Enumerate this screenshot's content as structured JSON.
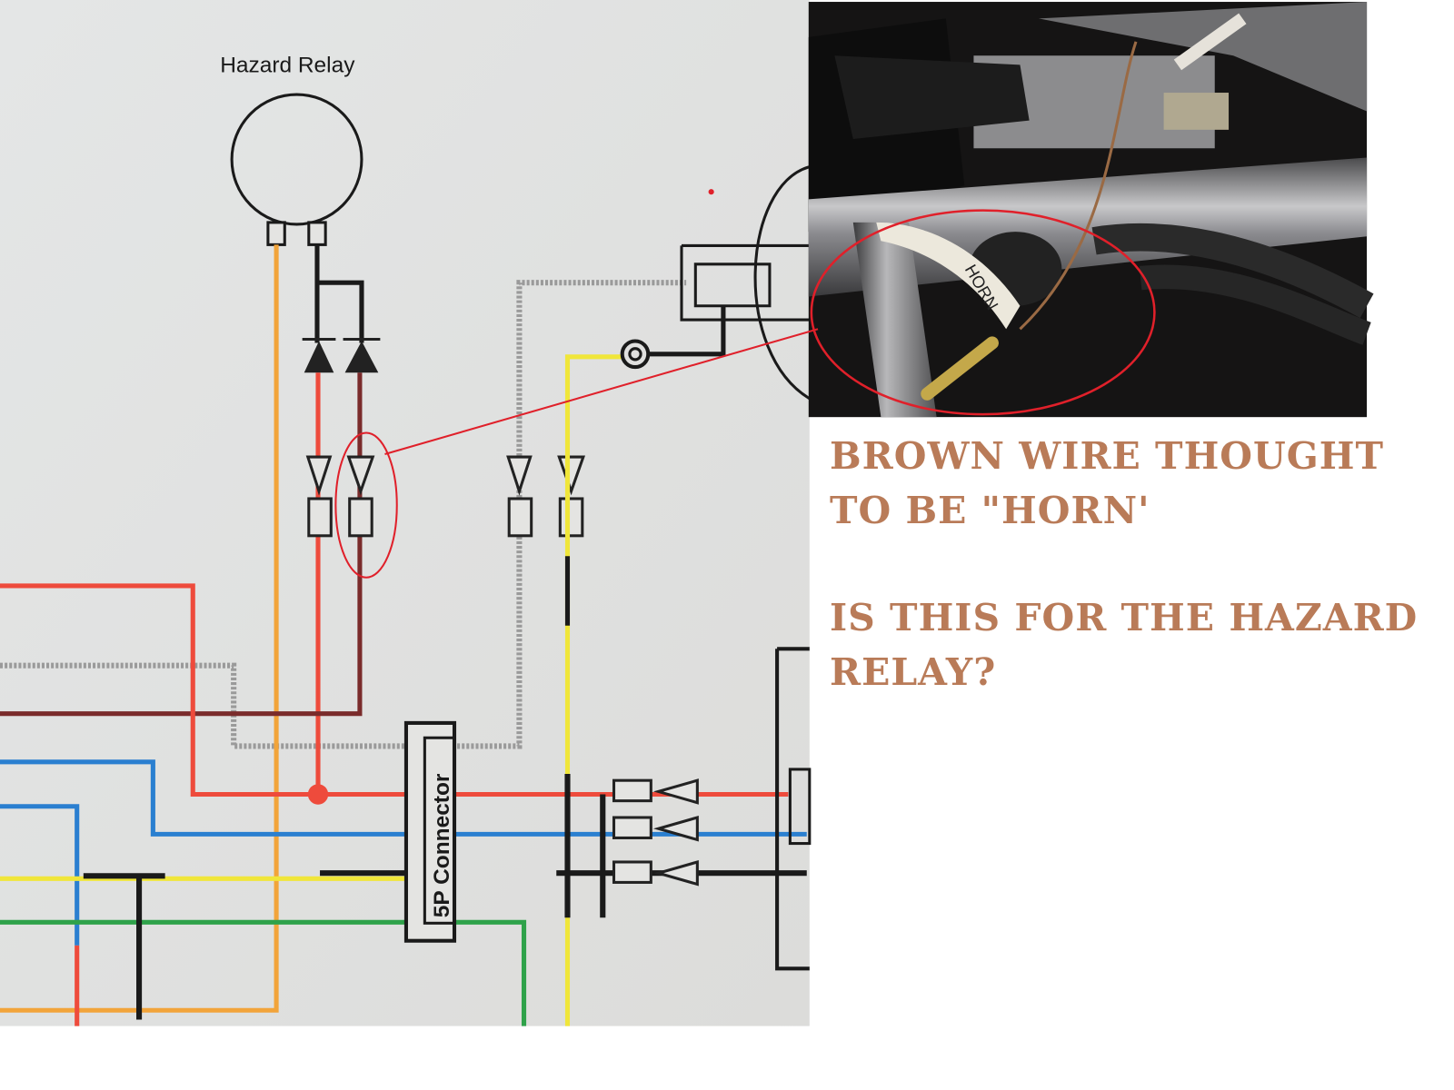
{
  "diagram": {
    "relay_label": "Hazard Relay",
    "connector_label": "5P Connector"
  },
  "photo": {
    "tape_label": "HORN"
  },
  "caption": {
    "line1": "BROWN WIRE THOUGHT",
    "line2": "TO BE \"HORN'",
    "line3": "IS THIS FOR THE HAZARD",
    "line4": "RELAY?"
  },
  "colors": {
    "caption": "#b97b58",
    "highlight": "#e0202a",
    "wire_red": "#ee4b3c",
    "wire_orange": "#f2a43a",
    "wire_blue": "#2a7fd0",
    "wire_yellow": "#f0e63a",
    "wire_green": "#2fa24a",
    "wire_brown": "#7a2b2b"
  }
}
